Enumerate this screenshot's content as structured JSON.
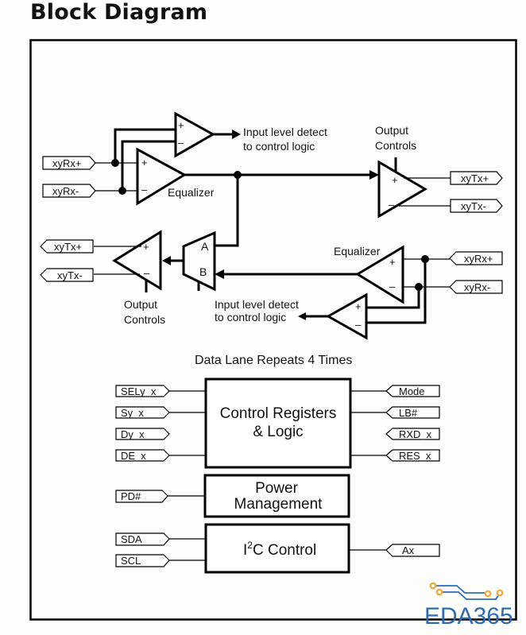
{
  "title": "Block Diagram",
  "top_lane": {
    "inputs": [
      "xyRx+",
      "xyRx-"
    ],
    "outputs": [
      "xyTx+",
      "xyTx-"
    ],
    "equalizer_label": "Equalizer",
    "detect_label_line1": "Input level detect",
    "detect_label_line2": "to control logic",
    "output_controls_line1": "Output",
    "output_controls_line2": "Controls"
  },
  "bottom_lane": {
    "inputs": [
      "xyRx+",
      "xyRx-"
    ],
    "outputs": [
      "xyTx+",
      "xyTx-"
    ],
    "equalizer_label": "Equalizer",
    "detect_label_line1": "Input level detect",
    "detect_label_line2": "to control logic",
    "output_controls_line1": "Output",
    "output_controls_line2": "Controls",
    "mux_a": "A",
    "mux_b": "B"
  },
  "lane_repeat_label": "Data Lane Repeats 4 Times",
  "control_block": {
    "line1": "Control Registers",
    "line2": "& Logic",
    "left_pins": [
      "SELy_x",
      "Sy_x",
      "Dy_x",
      "DE_x"
    ],
    "right_pins": [
      "Mode",
      "LB#",
      "RXD_x",
      "RES_x"
    ]
  },
  "power_block": {
    "line1": "Power",
    "line2": "Management",
    "left_pins": [
      "PD#"
    ]
  },
  "i2c_block": {
    "label_prefix": "I",
    "label_sup": "2",
    "label_suffix": "C Control",
    "left_pins": [
      "SDA",
      "SCL"
    ],
    "right_pins": [
      "Ax"
    ]
  },
  "signs": {
    "plus": "+",
    "minus": "–"
  },
  "logo": {
    "text": "EDA365",
    "color_text": "#2d6cb5",
    "color_trace": "#2d6cb5",
    "color_pad": "#f3a93c"
  }
}
